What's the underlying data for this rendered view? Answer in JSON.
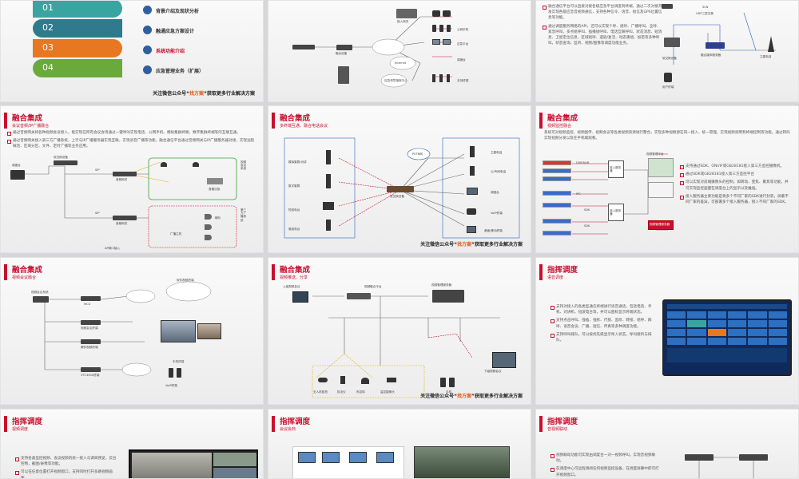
{
  "footer": {
    "pre": "关注微信公众号“",
    "highlight": "找方案",
    "post": "”获取更多行业解决方案"
  },
  "toc": {
    "items": [
      {
        "num": "01",
        "text": "背景介绍及现状分析"
      },
      {
        "num": "02",
        "text": "融通应急方案设计"
      },
      {
        "num": "03",
        "text": "系统功能介绍"
      },
      {
        "num": "04",
        "text": "应急管理业务（扩展）"
      }
    ]
  },
  "s2": {
    "labels": [
      "接入网关",
      "融合设备",
      "公网手机",
      "应急平台",
      "Internet",
      "应急领导指挥中心",
      "调度台",
      "手持终端"
    ]
  },
  "s3": {
    "bullets": [
      "融合通信平台可以直接对接各级应急平台调度到终端，通过二次对接开发实现各级应急音视频通信，支持各种信令、语音、短信及GPS位置信息等功能。",
      "通过调度服务网络的API，还可以实现个呼、组呼、广播呼叫、全呼、紧急呼叫、多点组呼叫、插播组呼叫、电话互联呼叫、状态消息、短消息、卫星定位信息、区域组呼、遥毙/复活、动态重组、加密等多种呼叫，状态查询、监听、视频/图像等调度功能业务。"
    ],
    "labels": [
      "SCN",
      "UDP三层交换",
      "融合媒体服务器",
      "软交换设备",
      "卫星电话",
      "用户终端"
    ]
  },
  "s4": {
    "title": "融合集成",
    "subtitle": "会议音频/IP广播融合",
    "bullets": [
      "通过音频网关将各种视频会议接入，能实现在所有会议会场通过一键呼叫实现电话、公网手机、模拟集群终端、数字集群终端等的互联互通。",
      "通过音频网关接入第三方广播系统，上行与IP广播服务器实现互联，实现语音广播等功能，融合通信平台通过音频网关与IP广播服务器对接，实现远程喊话、区域分区、文件、定时广播等业务应用。"
    ],
    "labels": [
      "调度台",
      "软交换设备",
      "SIP",
      "音频网关",
      "SIP",
      "音频网关",
      "视频会议系统",
      "第三方广播系统",
      "广播主机",
      "AP网口接入",
      "喇叭",
      "音箱功放"
    ]
  },
  "s5": {
    "title": "融合集成",
    "subtitle": "多终端互通、融合电话会议",
    "labels": [
      "模拟集群/对讲",
      "数字集群",
      "短波电台",
      "微波电台",
      "软交换设备",
      "PSTN网",
      "卫星电话",
      "公/专网电话",
      "调度台",
      "VoIP终端",
      "桌面/移动终端"
    ]
  },
  "s6": {
    "title": "融合集成",
    "subtitle": "视频监控融合",
    "intro": "系统可对视频监控、视频图传、视频会议等各类视频资源进行整合，实现多种视频源在同一接入、统一管理，实现视频调用和终端控制等功能。通过转码实现视频分发以及在手机端观看。",
    "bullets": [
      "支持通过SDK、ONVIF或GB28181接入第三方监控摄像机。",
      "通过SDK或GB28181接入第三方监控平台",
      "可以实现对前端摄像头的控制，如转动、变焦、聚焦等功能，并可实现监控画面在调度台上的显示以及推送。",
      "接入服务器主要功能是将多个不同厂家的SDK进行封装，屏蔽不同厂家的差异，可部署多个接入服务器，接入不同厂家的SDK。"
    ],
    "labels": [
      "视频管理平台",
      "接入服务器",
      "接入服务器",
      "SDK",
      "SDK",
      "视频管理服务器",
      "DVR/NVR",
      "IPC"
    ]
  },
  "s7": {
    "title": "融合集成",
    "subtitle": "视频会议融合",
    "labels": [
      "软件视频终端",
      "视频会议系统",
      "MCU",
      "视频会议终端",
      "硬件视频终端",
      "VTC3000终端",
      "手机终端",
      "VoIP终端"
    ]
  },
  "s8": {
    "title": "融合集成",
    "subtitle": "视频推送、分享",
    "labels": [
      "上级视频会议",
      "视频融合平台",
      "视频管理服务器",
      "下级视频会议",
      "无人机航拍",
      "执法仪",
      "布控球",
      "监控摄像头",
      "手机"
    ]
  },
  "s9": {
    "title": "指挥调度",
    "subtitle": "语音调度",
    "bullets": [
      "支持对接入的各类型通信终端进行语音通话，包括电话、手机、对讲机、短波电台等，并可以图标显示终端状态。",
      "支持点击呼叫、强插、强拆、代接、监听、转接、组呼、群呼、语音会议、广播、短信、传真等多种调度功能。",
      "支持呼叫排队，可以按优先级显示呼入状态，呼叫接听与排队。"
    ]
  },
  "s10": {
    "title": "指挥调度",
    "subtitle": "视频调度",
    "bullets": [
      "支持各类监控视频、会议视频的统一接入与调阅预览，云台控制，截图/录像等功能。",
      "可以在任意位置打开视频窗口，支持同时打开多路视频画面。"
    ]
  },
  "s11": {
    "title": "指挥调度",
    "subtitle": "会议会商"
  },
  "s12": {
    "title": "指挥调度",
    "subtitle": "音视频联动",
    "bullets": [
      "视频联动功能可实现由调度台一对一视频呼叫，实现音视频联动。",
      "在调度中心可远程调阅任何视频监控设备，在调度屏幕中即可打开视频窗口。"
    ]
  },
  "colors": {
    "accent": "#c8102e",
    "toc": [
      "#3aa5a0",
      "#2f7a8c",
      "#e87722",
      "#6aaa3a"
    ]
  }
}
